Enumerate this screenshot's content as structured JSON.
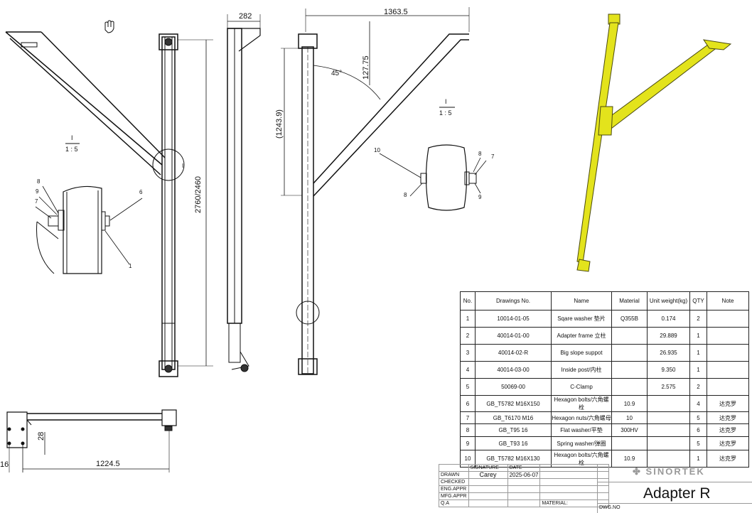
{
  "views": {
    "detail_label": "I",
    "detail_scale": "1 : 5",
    "dimensions": {
      "height": "2760/2460",
      "width_side": "282",
      "span": "1363.5",
      "offset": "127.75",
      "vertical_ref": "(1243.9)",
      "angle": "45°",
      "bottom_offset": "28",
      "bottom_left": "16",
      "bottom_span": "1224.5"
    },
    "balloons_left": [
      "8",
      "9",
      "7",
      "6",
      "1"
    ],
    "balloons_right": [
      "10",
      "8",
      "7",
      "8",
      "9"
    ]
  },
  "bom": {
    "headers": [
      "No.",
      "Drawings No.",
      "Name",
      "Material",
      "Unit weight(kg)",
      "QTY",
      "Note"
    ],
    "rows": [
      [
        "1",
        "10014-01-05",
        "Sqare washer 垫片",
        "Q355B",
        "0.174",
        "2",
        ""
      ],
      [
        "2",
        "40014-01-00",
        "Adapter frame 立柱",
        "",
        "29.889",
        "1",
        ""
      ],
      [
        "3",
        "40014-02-R",
        "Big slope suppot",
        "",
        "26.935",
        "1",
        ""
      ],
      [
        "4",
        "40014-03-00",
        "Inside post/内柱",
        "",
        "9.350",
        "1",
        ""
      ],
      [
        "5",
        "50069-00",
        "C-Clamp",
        "",
        "2.575",
        "2",
        ""
      ],
      [
        "6",
        "GB_T5782 M16X150",
        "Hexagon bolts/六角螺栓",
        "10.9",
        "",
        "4",
        "达克罗"
      ],
      [
        "7",
        "GB_T6170 M16",
        "Hexagon nuts/六角螺母",
        "10",
        "",
        "5",
        "达克罗"
      ],
      [
        "8",
        "GB_T95 16",
        "Flat washer/平垫",
        "300HV",
        "",
        "6",
        "达克罗"
      ],
      [
        "9",
        "GB_T93 16",
        "Spring washer/弹圈",
        "",
        "",
        "5",
        "达克罗"
      ],
      [
        "10",
        "GB_T5782 M16X130",
        "Hexagon bolts/六角螺栓",
        "10.9",
        "",
        "1",
        "达克罗"
      ]
    ]
  },
  "title_block": {
    "signature_label": "SIGNATURE",
    "date_label": "DATE",
    "rows": [
      "DRAWN",
      "CHECKED",
      "ENG.APPR",
      "MFG.APPR",
      "Q.A"
    ],
    "drawn_by": "Carey",
    "drawn_date": "2025-06-07",
    "material_label": "MATERIAL:",
    "dwg_no_label": "DWG.NO",
    "company": "SINORTEK",
    "title": "Adapter R"
  },
  "colors": {
    "model": "#e3e31c",
    "line": "#111111"
  }
}
